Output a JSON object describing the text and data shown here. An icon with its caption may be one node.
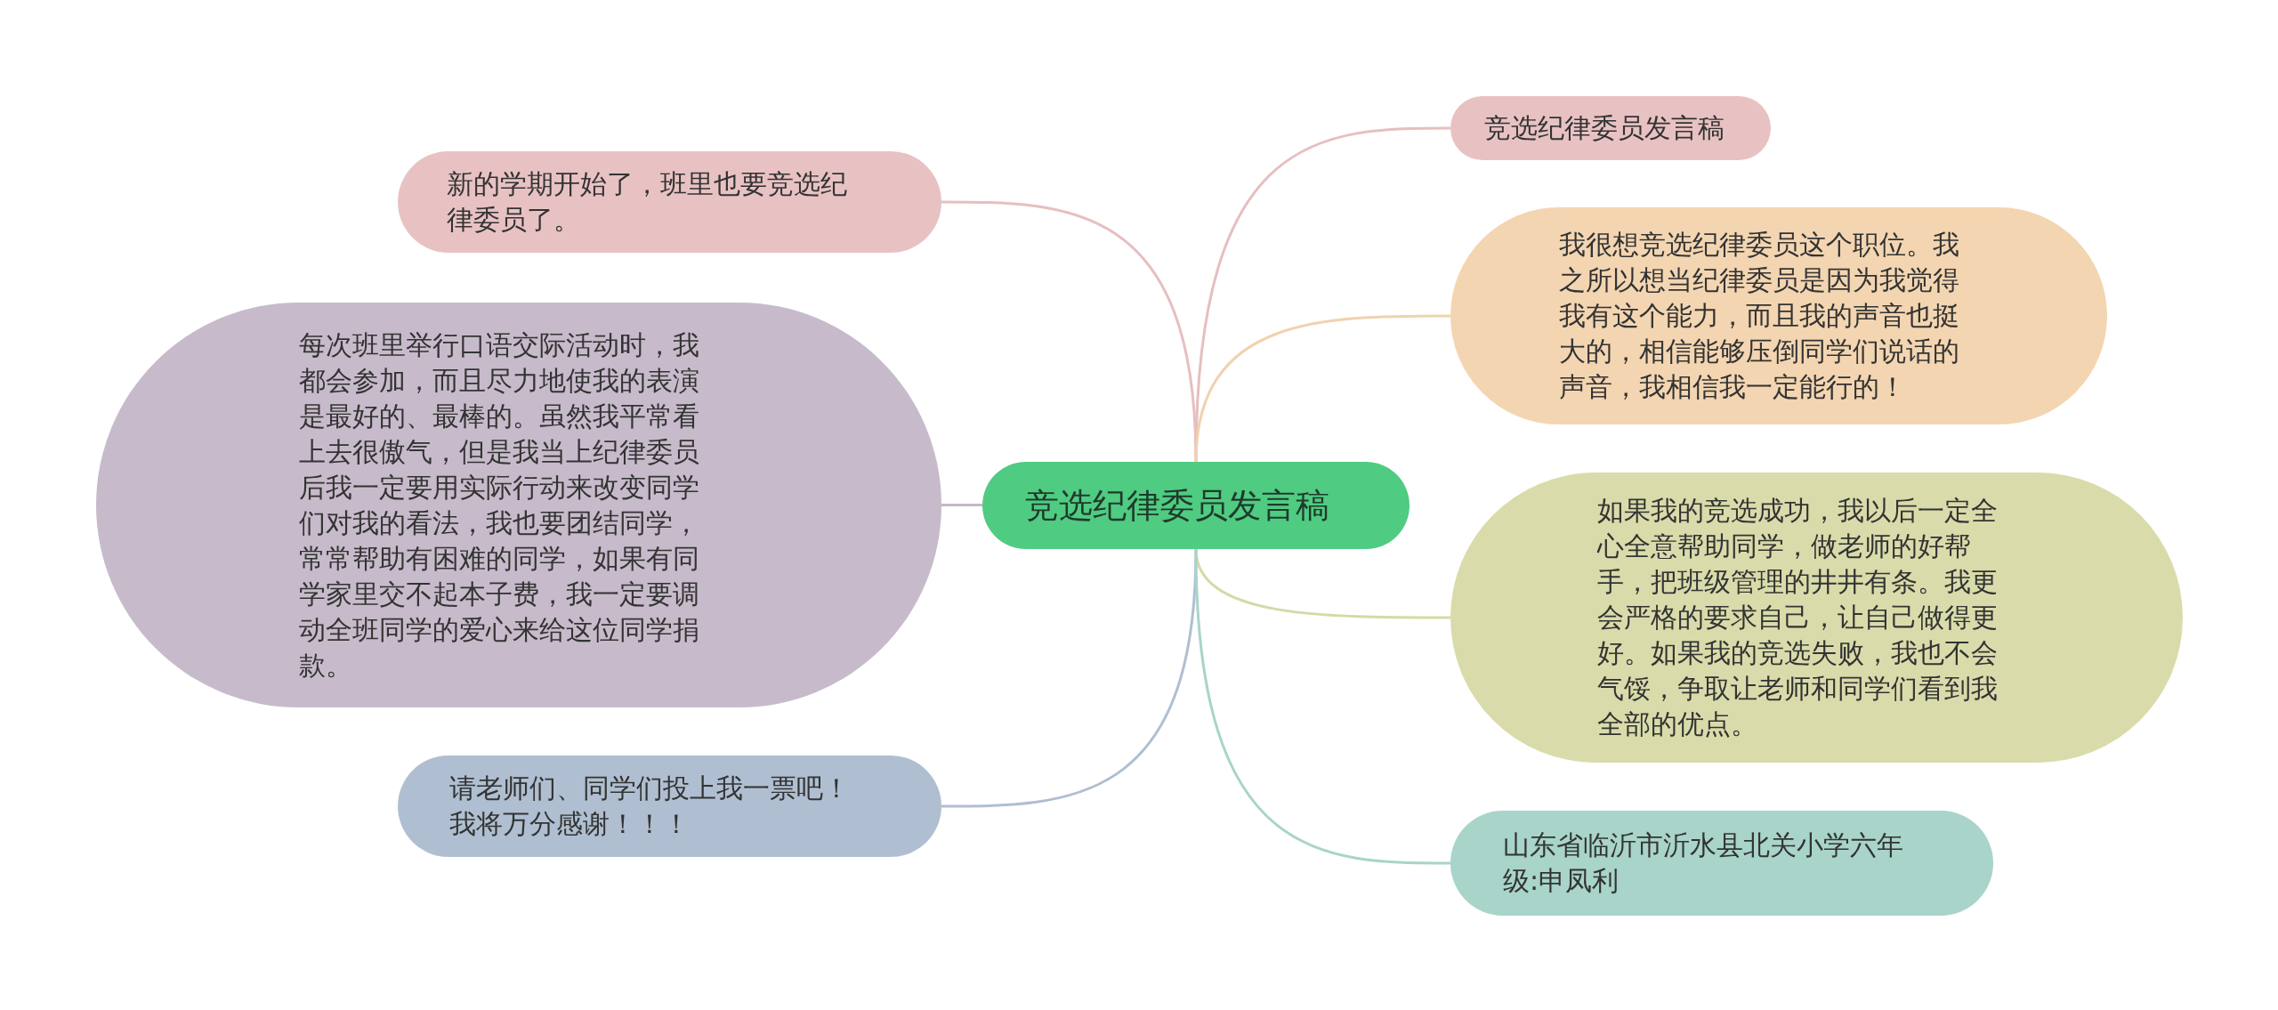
{
  "diagram": {
    "nodes": [
      {
        "text": [
          "竞选纪律委员发言稿"
        ]
      },
      {
        "text": [
          "新的学期开始了，班里也要竞选纪律委员了。"
        ]
      },
      {
        "text": [
          "每次班里举行口语交际活动时，我都会参加，而且尽力地使我的表演是最好的、最棒的。虽然我平常看上去很傲气，但是我当上纪律委员后我一定要用实际行动来改变同学们对我的看法，我也要团结同学，常常帮助有困难的同学，如果有同学家里交不起本子费，我一定要调动全班同学的爱心来给这位同学捐款。"
        ]
      },
      {
        "text": [
          "请老师们、同学们投上我一票吧！我将万分感谢！！！"
        ]
      },
      {
        "text": [
          "竞选纪律委员发言稿"
        ]
      },
      {
        "text": [
          "我很想竞选纪律委员这个职位。我之所以想当纪律委员是因为我觉得我有这个能力，而且我的声音也挺大的，相信能够压倒同学们说话的声音，我相信我一定能行的！"
        ]
      },
      {
        "text": [
          "如果我的竞选成功，我以后一定全心全意帮助同学，做老师的好帮手，把班级管理的井井有条。我更会严格的要求自己，让自己做得更好。如果我的竞选失败，我也不会气馁，争取让老师和同学们看到我全部的优点。"
        ]
      },
      {
        "text": [
          "山东省临沂市沂水县北关小学六年级:申凤利"
        ]
      }
    ],
    "edges": [
      {
        "from": 0,
        "to": 1,
        "arrow": "none",
        "color": "#e6bfc0"
      },
      {
        "from": 0,
        "to": 2,
        "arrow": "none",
        "color": "#c5b8c9"
      },
      {
        "from": 0,
        "to": 3,
        "arrow": "none",
        "color": "#afbfd1"
      },
      {
        "from": 0,
        "to": 4,
        "arrow": "none",
        "color": "#e6bfc0"
      },
      {
        "from": 0,
        "to": 5,
        "arrow": "none",
        "color": "#f0d2ae"
      },
      {
        "from": 0,
        "to": 6,
        "arrow": "none",
        "color": "#d6d9a6"
      },
      {
        "from": 0,
        "to": 7,
        "arrow": "none",
        "color": "#a8d4ca"
      }
    ]
  }
}
